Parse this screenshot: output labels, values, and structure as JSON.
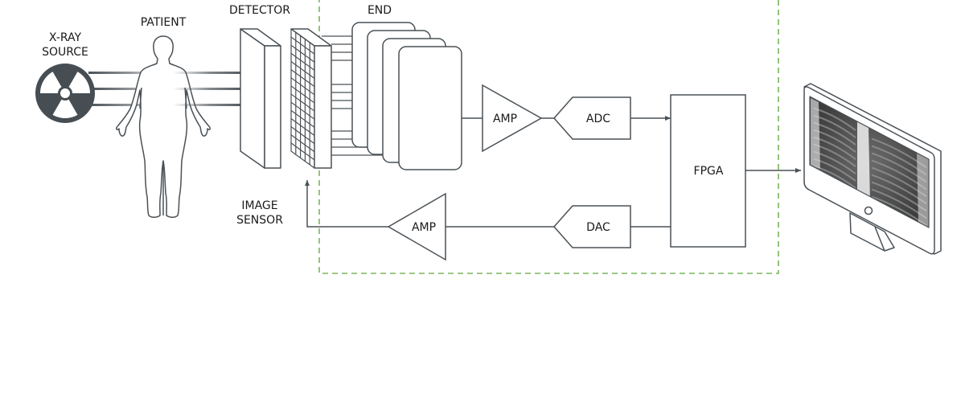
{
  "labels": {
    "xray_source_line1": "X-RAY",
    "xray_source_line2": "SOURCE",
    "patient": "PATIENT",
    "detector": "DETECTOR",
    "front_end": "END",
    "image_sensor_line1": "IMAGE",
    "image_sensor_line2": "SENSOR"
  },
  "blocks": {
    "amp_receive": "AMP",
    "adc": "ADC",
    "fpga": "FPGA",
    "dac": "DAC",
    "amp_drive": "AMP"
  },
  "colors": {
    "line": "#4a5156",
    "icon_fill": "#464e54",
    "dashed_boundary": "#7ab55c",
    "text": "#1a1a1a"
  },
  "icons": {
    "source": "radiation-icon",
    "patient": "human-body-icon",
    "display": "monitor-with-chest-xray-icon"
  }
}
